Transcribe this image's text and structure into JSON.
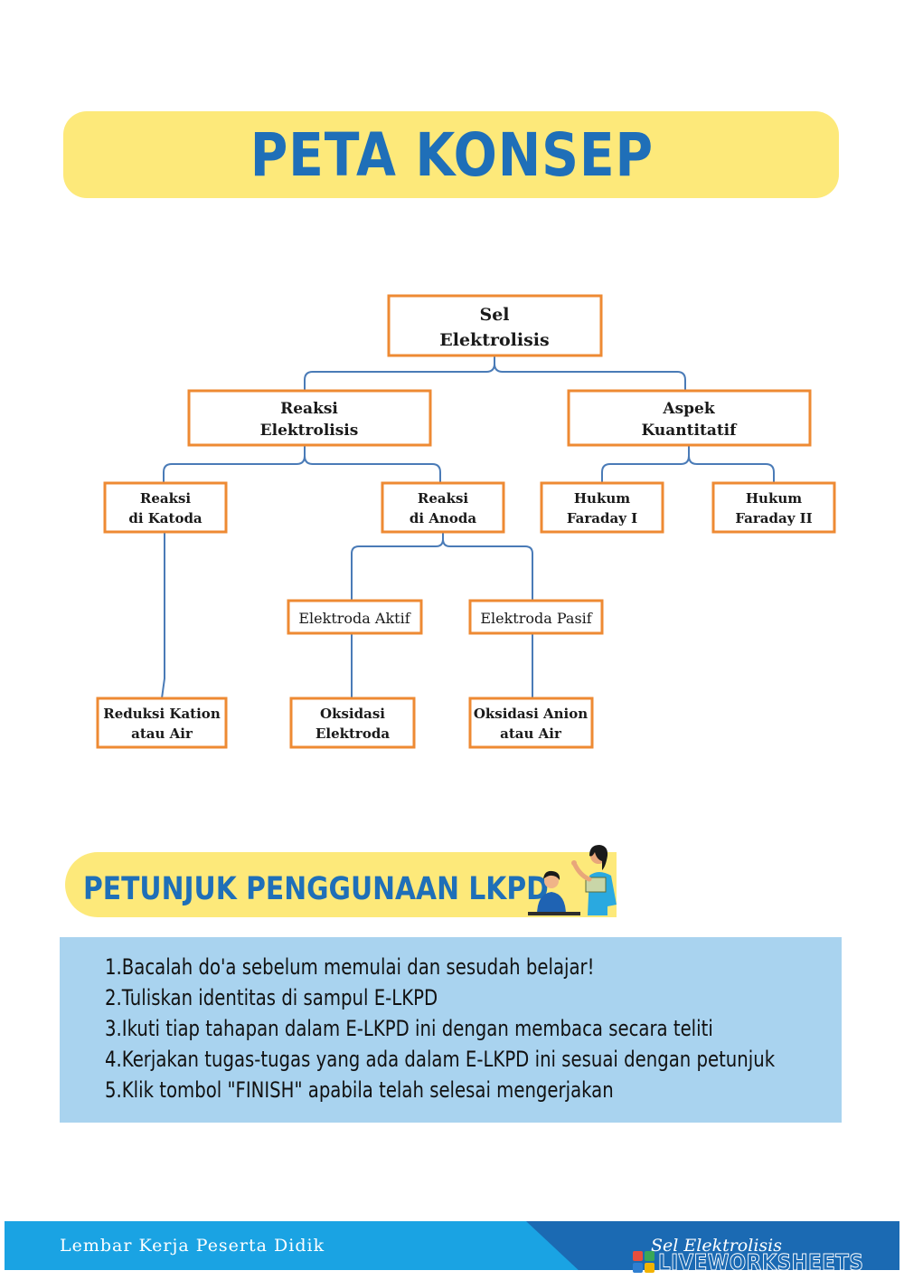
{
  "title": "PETA KONSEP",
  "concept_map": {
    "root": {
      "line1": "Sel",
      "line2": "Elektrolisis"
    },
    "reaksi_elektrolisis": {
      "line1": "Reaksi",
      "line2": "Elektrolisis"
    },
    "aspek_kuantitatif": {
      "line1": "Aspek",
      "line2": "Kuantitatif"
    },
    "reaksi_katoda": {
      "line1": "Reaksi",
      "line2": "di Katoda"
    },
    "reaksi_anoda": {
      "line1": "Reaksi",
      "line2": "di Anoda"
    },
    "hukum_faraday_1": {
      "line1": "Hukum",
      "line2": "Faraday I"
    },
    "hukum_faraday_2": {
      "line1": "Hukum",
      "line2": "Faraday II"
    },
    "elektroda_aktif": "Elektroda Aktif",
    "elektroda_pasif": "Elektroda Pasif",
    "reduksi_kation": {
      "line1": "Reduksi Kation",
      "line2": "atau Air"
    },
    "oksidasi_elektroda": {
      "line1": "Oksidasi",
      "line2": "Elektroda"
    },
    "oksidasi_anion": {
      "line1": "Oksidasi Anion",
      "line2": "atau Air"
    }
  },
  "guide": {
    "title": "PETUNJUK PENGGUNAAN LKPD",
    "steps": [
      "1.Bacalah do'a sebelum memulai dan sesudah belajar!",
      "2.Tuliskan identitas di sampul E-LKPD",
      "3.Ikuti tiap tahapan dalam E-LKPD ini dengan membaca secara teliti",
      "4.Kerjakan tugas-tugas yang ada dalam E-LKPD ini sesuai dengan petunjuk",
      "5.Klik tombol \"FINISH\" apabila telah selesai mengerjakan"
    ]
  },
  "footer": {
    "left": "Lembar Kerja Peserta Didik",
    "right": "Sel Elektrolisis",
    "watermark": "LIVEWORKSHEETS"
  },
  "colors": {
    "title_banner": "#fde97a",
    "title_text": "#1f6fb8",
    "node_border": "#ee8a33",
    "connector": "#4a7bb7",
    "steps_background": "#a9d3ef",
    "footer_light": "#1aa3e3",
    "footer_dark": "#1b6ab3"
  },
  "icons": [
    "teacher-student-illustration",
    "liveworksheets-logo-icon"
  ]
}
